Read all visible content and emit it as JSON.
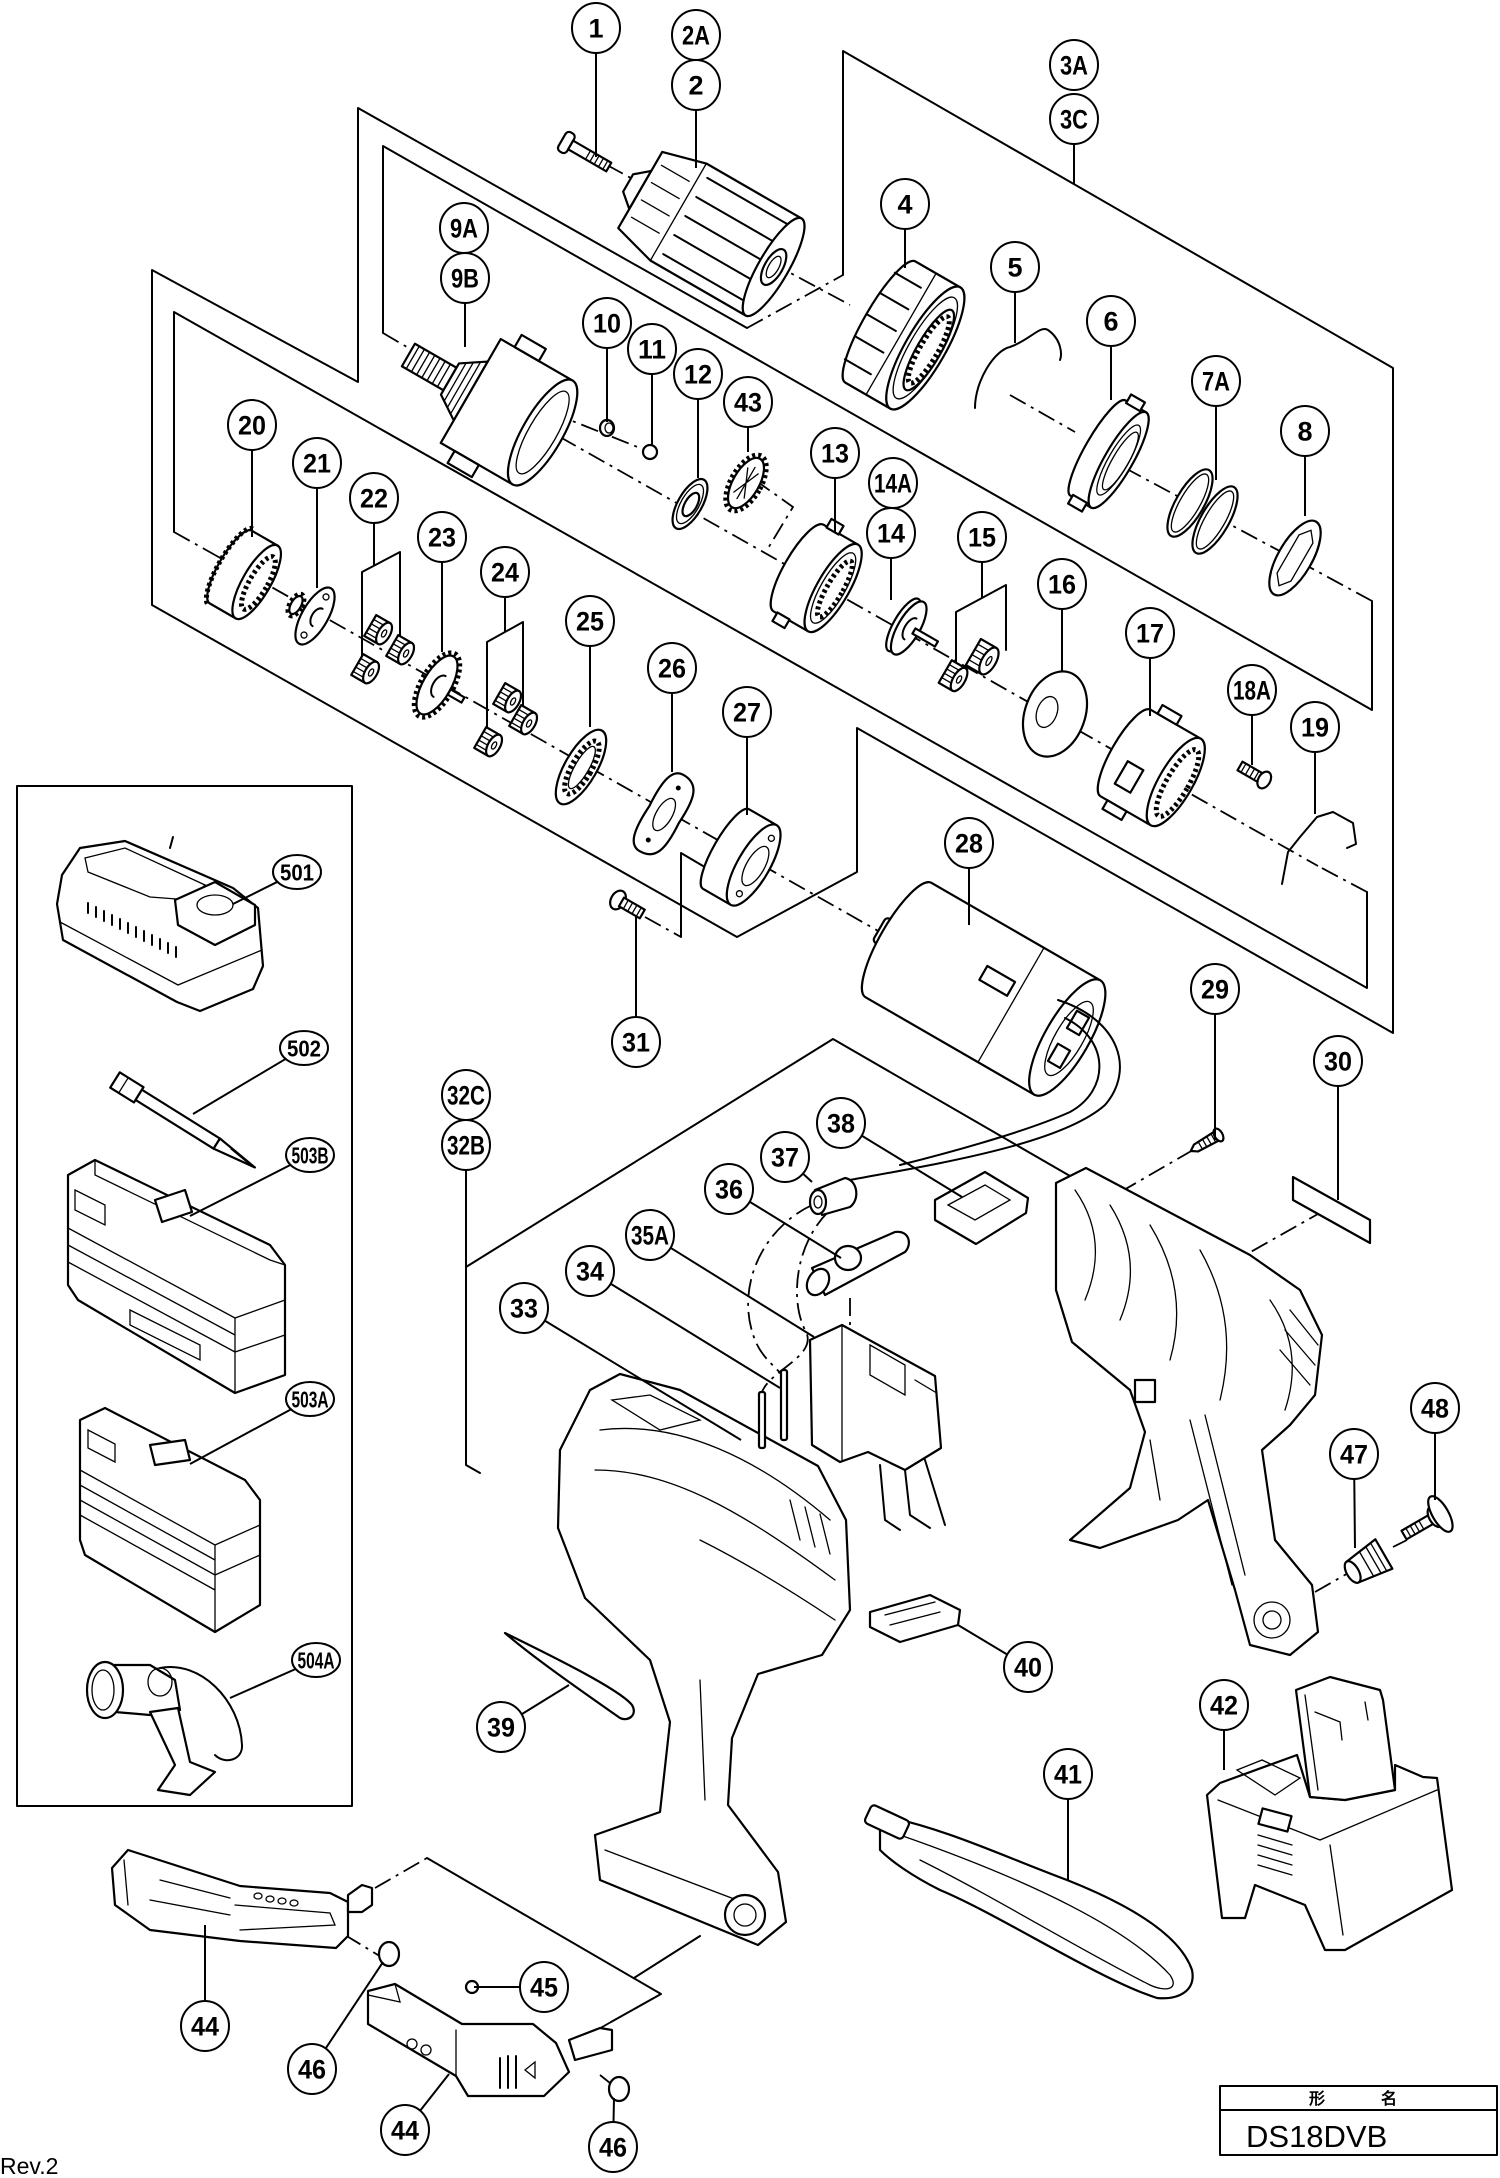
{
  "callouts": [
    "1",
    "2A",
    "2",
    "3A",
    "3C",
    "4",
    "5",
    "6",
    "7A",
    "8",
    "9A",
    "9B",
    "10",
    "11",
    "12",
    "43",
    "13",
    "14A",
    "14",
    "15",
    "16",
    "17",
    "18A",
    "19",
    "20",
    "21",
    "22",
    "23",
    "24",
    "25",
    "26",
    "27",
    "28",
    "29",
    "30",
    "31",
    "32C",
    "32B",
    "33",
    "34",
    "35A",
    "36",
    "37",
    "38",
    "39",
    "40",
    "41",
    "42",
    "44",
    "44",
    "45",
    "46",
    "46",
    "47",
    "48"
  ],
  "accessory_callouts": [
    "501",
    "502",
    "503B",
    "503A",
    "504A"
  ],
  "title_block": {
    "header_left": "形",
    "header_right": "名",
    "model": "DS18DVB"
  },
  "revision": "Rev.2"
}
